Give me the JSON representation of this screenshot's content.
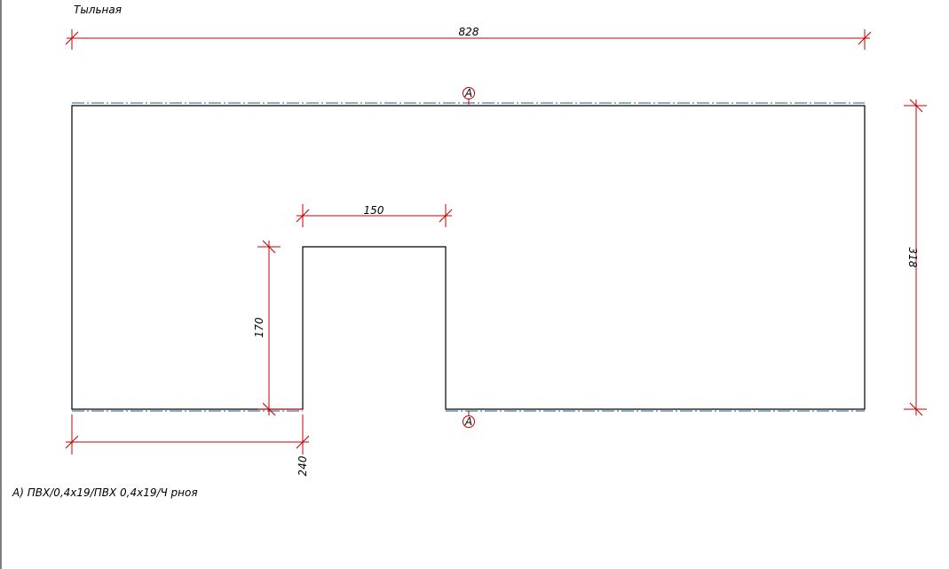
{
  "header": {
    "side_label": "Тыльная"
  },
  "dimensions": {
    "overall_width": "828",
    "overall_height": "318",
    "cutout_width": "150",
    "cutout_depth": "170",
    "cutout_offset": "240"
  },
  "edge_markers": {
    "top": "A",
    "bottom": "A"
  },
  "legend": {
    "edge_note": "A) ПВХ/0,4x19/ПВХ  0,4x19/Ч  рноя"
  }
}
